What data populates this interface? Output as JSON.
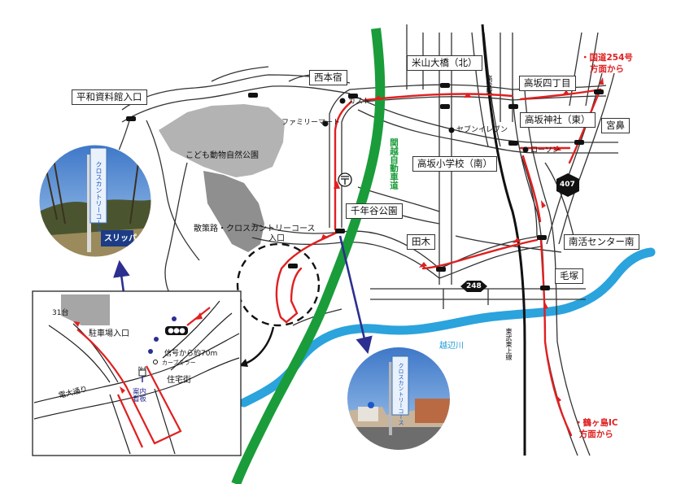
{
  "colors": {
    "road_red": "#e02020",
    "expressway": "#1a9c3a",
    "river": "#2ba3dc",
    "park": "#b3b3b3",
    "arrow": "#2c2f8f"
  },
  "labels": {
    "heiwa": "平和資料館入口",
    "nishihonjuku": "西本宿",
    "yoneyama": "米山大橋（北）",
    "takasaka4": "高坂四丁目",
    "jinja": "高坂神社（東）",
    "miyahana": "宮鼻",
    "shogakko": "高坂小学校（南）",
    "sennyagaya": "千年谷公園",
    "taki": "田木",
    "nankatsu": "南活センター南",
    "kezuka": "毛塚"
  },
  "places": {
    "kodomo_park": "こども動物自然公園",
    "sansakuro": "散策路・クロスカントリーコース",
    "iriguchi": "入口",
    "family": "ファミリーマート",
    "gusto": "ガスト",
    "seven": "セブンイレブン",
    "lawson": "ローソン",
    "takasaka_eki": "高坂駅",
    "kanetsu": "関越自動車道",
    "tobu": "東武東上線",
    "river": "越辺川",
    "route407": "407",
    "route248": "248"
  },
  "directions": {
    "kokudo_line1": "・国道254号",
    "kokudo_line2": "方面から",
    "tsurugashima_line1": "・鶴ヶ島IC",
    "tsurugashima_line2": "方面から"
  },
  "inset": {
    "lot": "31台",
    "parking": "駐車場入口",
    "signal": "信号から約70m",
    "mirror": "カーブミラー",
    "guide_line1": "案内",
    "guide_line2": "看板",
    "pole": "№4",
    "residential": "住宅街",
    "denkidori": "電大通り"
  },
  "photo_signs": {
    "left_sign": "クロスカントリーコース",
    "left_sub": "スリッパ",
    "right_sign": "クロスカントリーコース"
  }
}
